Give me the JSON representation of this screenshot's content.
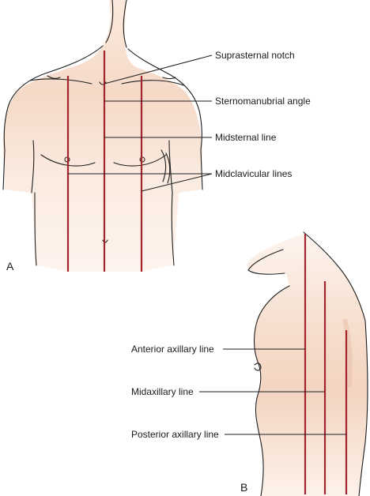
{
  "figure": {
    "panel_a": {
      "label": "A",
      "callouts": [
        {
          "text": "Suprasternal notch"
        },
        {
          "text": "Sternomanubrial angle"
        },
        {
          "text": "Midsternal line"
        },
        {
          "text": "Midclavicular lines"
        }
      ]
    },
    "panel_b": {
      "label": "B",
      "callouts": [
        {
          "text": "Anterior axillary line"
        },
        {
          "text": "Midaxillary line"
        },
        {
          "text": "Posterior axillary line"
        }
      ]
    },
    "colors": {
      "reference_line": "#a3262f",
      "skin_light": "#fdf2ea",
      "skin_shade": "#f4d6c4",
      "outline": "#1e1e1e"
    }
  }
}
